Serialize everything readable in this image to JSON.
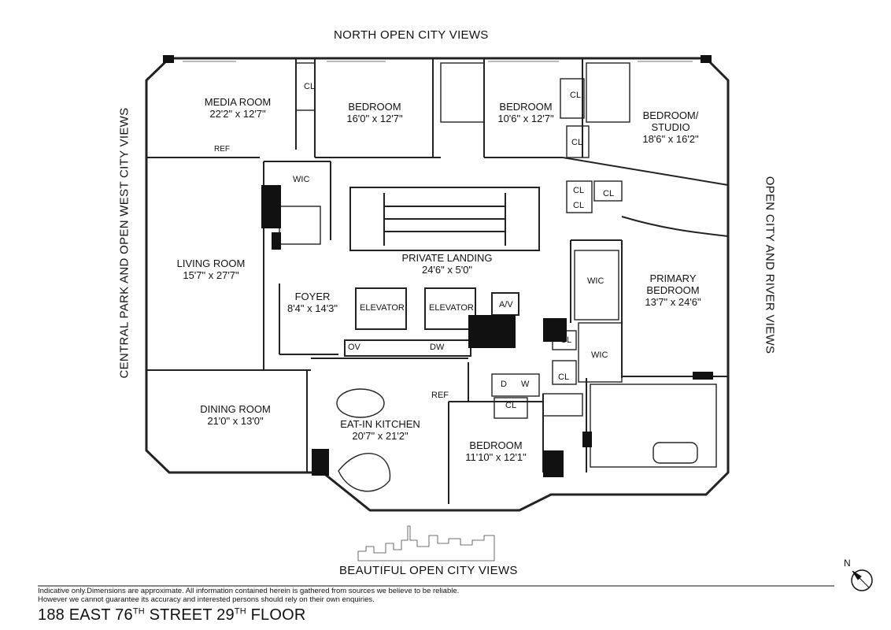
{
  "views": {
    "north": "NORTH OPEN CITY VIEWS",
    "west": "CENTRAL PARK AND OPEN WEST CITY VIEWS",
    "east": "OPEN CITY AND RIVER VIEWS",
    "south": "BEAUTIFUL OPEN CITY VIEWS"
  },
  "rooms": [
    {
      "name": "MEDIA ROOM",
      "dim": "22'2\" x 12'7\""
    },
    {
      "name": "BEDROOM",
      "dim": "16'0\" x 12'7\""
    },
    {
      "name": "BEDROOM",
      "dim": "10'6\" x 12'7\""
    },
    {
      "name": "BEDROOM/ STUDIO",
      "dim": "18'6\" x 16'2\""
    },
    {
      "name": "LIVING ROOM",
      "dim": "15'7\" x 27'7\""
    },
    {
      "name": "PRIVATE LANDING",
      "dim": "24'6\" x 5'0\""
    },
    {
      "name": "FOYER",
      "dim": "8'4\" x 14'3\""
    },
    {
      "name": "PRIMARY BEDROOM",
      "dim": "13'7\" x 24'6\""
    },
    {
      "name": "DINING ROOM",
      "dim": "21'0\" x 13'0\""
    },
    {
      "name": "EAT-IN KITCHEN",
      "dim": "20'7\" x 21'2\""
    },
    {
      "name": "BEDROOM",
      "dim": "11'10\" x 12'1\""
    }
  ],
  "fixtures": {
    "cl": "CL",
    "wic": "WIC",
    "ref": "REF",
    "elevator": "ELEVATOR",
    "av": "A/V",
    "ov": "OV",
    "dw": "DW",
    "d": "D",
    "w": "W"
  },
  "disclaimer": [
    "Indicative only.Dimensions are approximate. All information contained herein is gathered from sources we believe to be reliable.",
    "However we cannot guarantee its accuracy and interested persons should rely on their own enquiries."
  ],
  "address": {
    "pre": "188 EAST 76",
    "sup1": "TH",
    "mid": " STREET 29",
    "sup2": "TH",
    "post": " FLOOR"
  },
  "compass": "N"
}
